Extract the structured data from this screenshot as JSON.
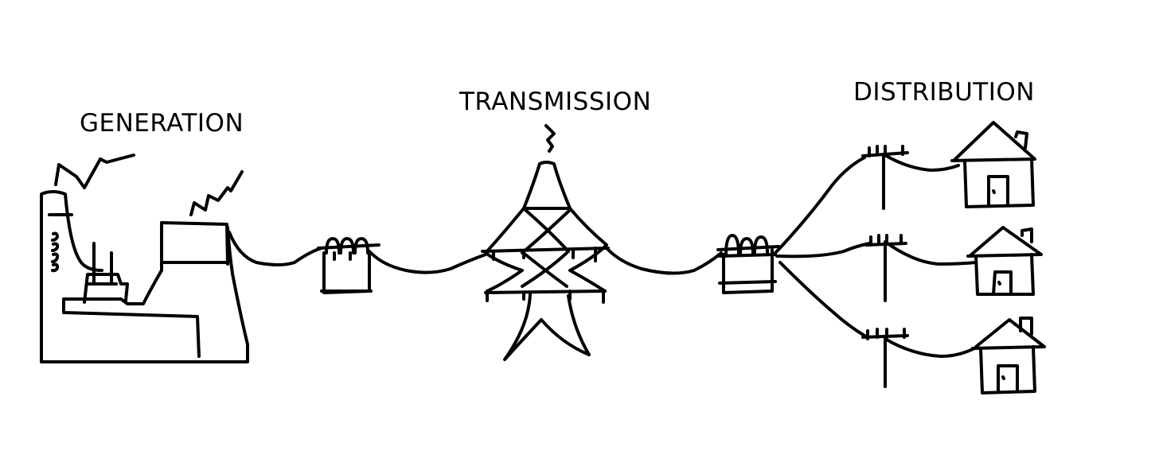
{
  "labels": {
    "generation": "GENERATION",
    "transmission": "TRANSMISSION",
    "distribution": "DISTRIBUTION"
  },
  "colors": {
    "ink": "#000000",
    "background": "#ffffff"
  }
}
